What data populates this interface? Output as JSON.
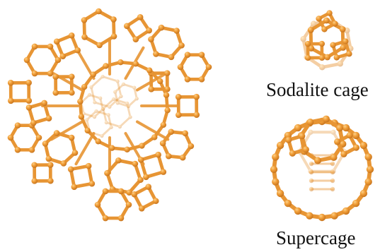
{
  "figure": {
    "structures": [
      {
        "id": "framework",
        "label": ""
      },
      {
        "id": "sodalite",
        "label": "Sodalite cage"
      },
      {
        "id": "supercage",
        "label": "Supercage"
      }
    ],
    "colors": {
      "atom": "#F2A03A",
      "atom_highlight": "#FBD08A",
      "atom_shadow": "#C8751E",
      "bond": "#E79534",
      "background": "#ffffff"
    }
  }
}
